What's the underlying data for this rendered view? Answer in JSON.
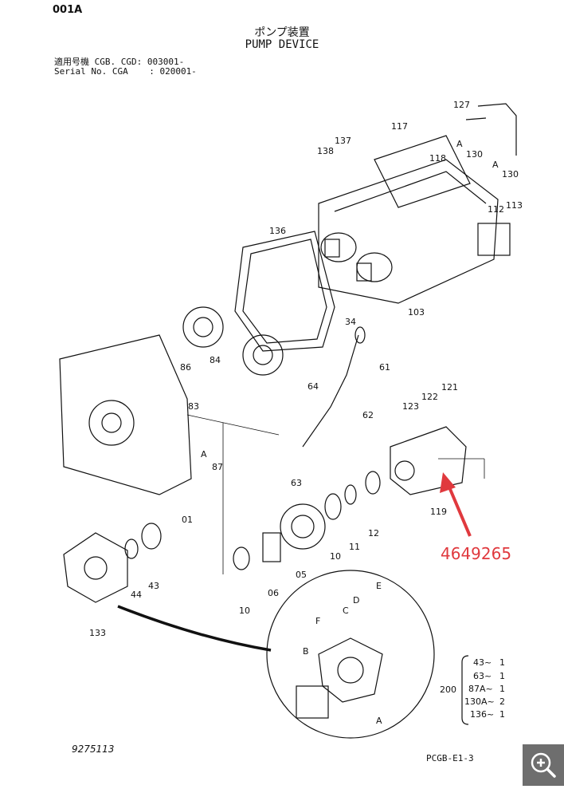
{
  "header": {
    "code": "001A",
    "title_jp": "ポンプ装置",
    "title_en": "PUMP DEVICE",
    "serial_line1": "適用号機 CGB. CGD: 003001-",
    "serial_line2": "Serial No. CGA    : 020001-"
  },
  "part_labels": [
    "127",
    "117",
    "138",
    "137",
    "118",
    "130",
    "130",
    "113",
    "112",
    "136",
    "103",
    "34",
    "84",
    "86",
    "83",
    "61",
    "64",
    "62",
    "121",
    "122",
    "123",
    "119",
    "01",
    "87",
    "63",
    "12",
    "11",
    "10",
    "05",
    "06",
    "10",
    "44",
    "43",
    "133",
    "A",
    "A",
    "A",
    "B",
    "C",
    "D",
    "E",
    "F",
    "A"
  ],
  "kit": {
    "kit_number": "200",
    "items": [
      {
        "code": "43~",
        "qty": "1"
      },
      {
        "code": "63~",
        "qty": "1"
      },
      {
        "code": "87A~",
        "qty": "1"
      },
      {
        "code": "130A~",
        "qty": "2"
      },
      {
        "code": "136~",
        "qty": "1"
      }
    ]
  },
  "callout_part_number": "4649265",
  "footer": {
    "doc_number": "9275113",
    "page_code": "PCGB-E1-3"
  },
  "ui": {
    "zoom_icon": "zoom-in-icon",
    "callout_color": "#e0393e",
    "zoom_button_color": "#6e6e6e"
  }
}
